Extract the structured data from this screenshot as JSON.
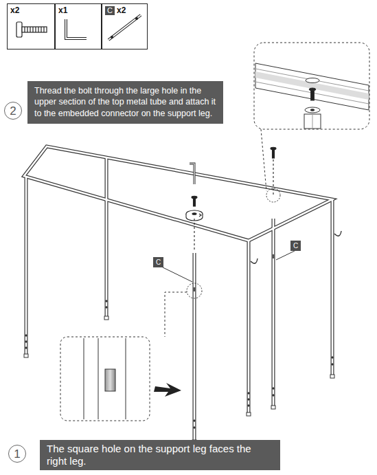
{
  "diagram": {
    "nodes": [
      {
        "text": [
          "x2"
        ]
      },
      {
        "text": [
          "x1"
        ]
      },
      {
        "text": [
          "C",
          "x2"
        ]
      },
      {
        "text": [
          "2"
        ]
      },
      {
        "text": [
          "Thread the bolt through the large hole in the upper section of the top metal tube and attach it to the embedded connector on the support leg."
        ]
      },
      {
        "text": [
          "C"
        ]
      },
      {
        "text": [
          "C"
        ]
      },
      {
        "text": [
          "1"
        ]
      },
      {
        "text": [
          "The square hole on the support leg faces the right leg."
        ]
      }
    ]
  }
}
